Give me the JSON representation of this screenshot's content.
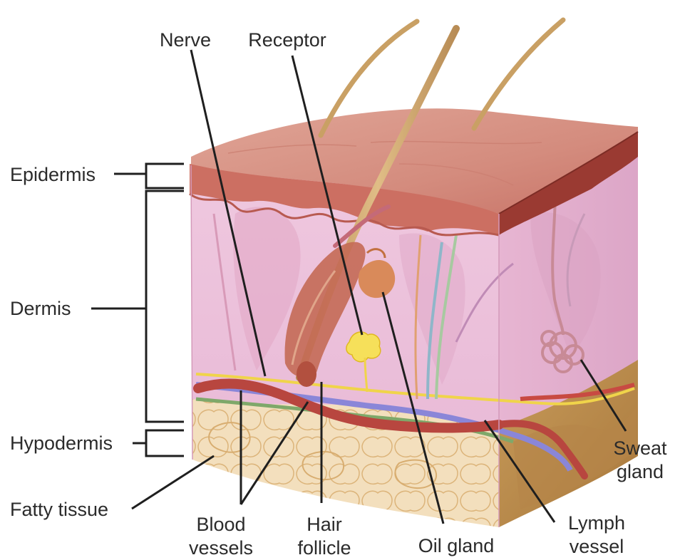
{
  "labels": {
    "nerve": "Nerve",
    "receptor": "Receptor",
    "epidermis": "Epidermis",
    "dermis": "Dermis",
    "hypodermis": "Hypodermis",
    "fatty_tissue": "Fatty tissue",
    "blood_vessels_1": "Blood",
    "blood_vessels_2": "vessels",
    "hair_follicle_1": "Hair",
    "hair_follicle_2": "follicle",
    "oil_gland": "Oil gland",
    "lymph_vessel_1": "Lymph",
    "lymph_vessel_2": "vessel",
    "sweat_gland_1": "Sweat",
    "sweat_gland_2": "gland"
  },
  "colors": {
    "epidermis_top": "#d9988a",
    "epidermis_side": "#c8665a",
    "dermis": "#eec3de",
    "hypodermis_fat": "#f2dcb8",
    "fat_cells": "#e6c48d",
    "blood_vessel": "#b8463f",
    "lymph_vessel": "#8a86d8",
    "nerve_fiber": "#f0d44a",
    "hair": "#c9a064",
    "leader_line": "#1f1f1f"
  }
}
